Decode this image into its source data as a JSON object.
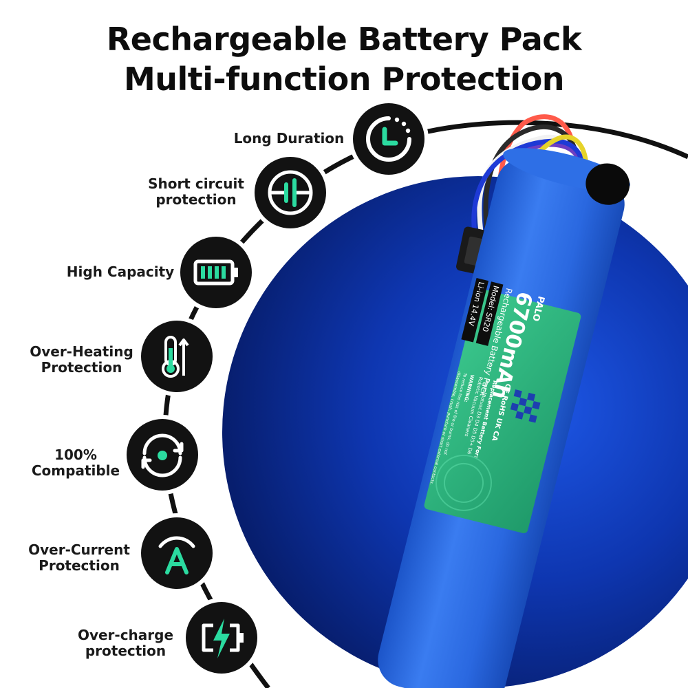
{
  "title_line1": "Rechargeable Battery Pack",
  "title_line2": "Multi-function Protection",
  "features": [
    {
      "id": "long-duration",
      "label_lines": [
        "Long Duration"
      ],
      "icon": "clock-icon"
    },
    {
      "id": "short-circuit",
      "label_lines": [
        "Short circuit",
        "protection"
      ],
      "icon": "circuit-icon"
    },
    {
      "id": "high-capacity",
      "label_lines": [
        "High Capacity"
      ],
      "icon": "battery-full-icon"
    },
    {
      "id": "over-heating",
      "label_lines": [
        "Over-Heating",
        "Protection"
      ],
      "icon": "thermometer-icon"
    },
    {
      "id": "compatible",
      "label_lines": [
        "100%",
        "Compatible"
      ],
      "icon": "compatible-dial-icon"
    },
    {
      "id": "over-current",
      "label_lines": [
        "Over-Current",
        "Protection"
      ],
      "icon": "ampere-icon"
    },
    {
      "id": "over-charge",
      "label_lines": [
        "Over-charge",
        "protection"
      ],
      "icon": "charging-bolt-icon"
    }
  ],
  "battery_label": {
    "brand": "PALO",
    "capacity": "6700mAh",
    "subtitle": "Rechargeable Battery Pack",
    "model": "Model: SR20",
    "chemistry": "Li-ion 14.4V",
    "replacement_heading": "Replacement Battery For:",
    "replacement_text": "Neato Botvac D3 D4 D5 D5+ D6",
    "replacement_text2": "Robotic Vacuum Cleaners",
    "certs": "CE RoHS UK CA",
    "warning_heading": "WARNING:",
    "warning_text": "To reduce the risk of fire or burns, do not",
    "warning_text2": "disassemble, crush, puncture or short external contacts."
  },
  "colors": {
    "accent_green": "#2bdba0",
    "icon_bg": "#121212",
    "battery_blue": "#1f5fd6",
    "label_green": "#2aa872",
    "circle_blue": "#0a2a8a"
  }
}
